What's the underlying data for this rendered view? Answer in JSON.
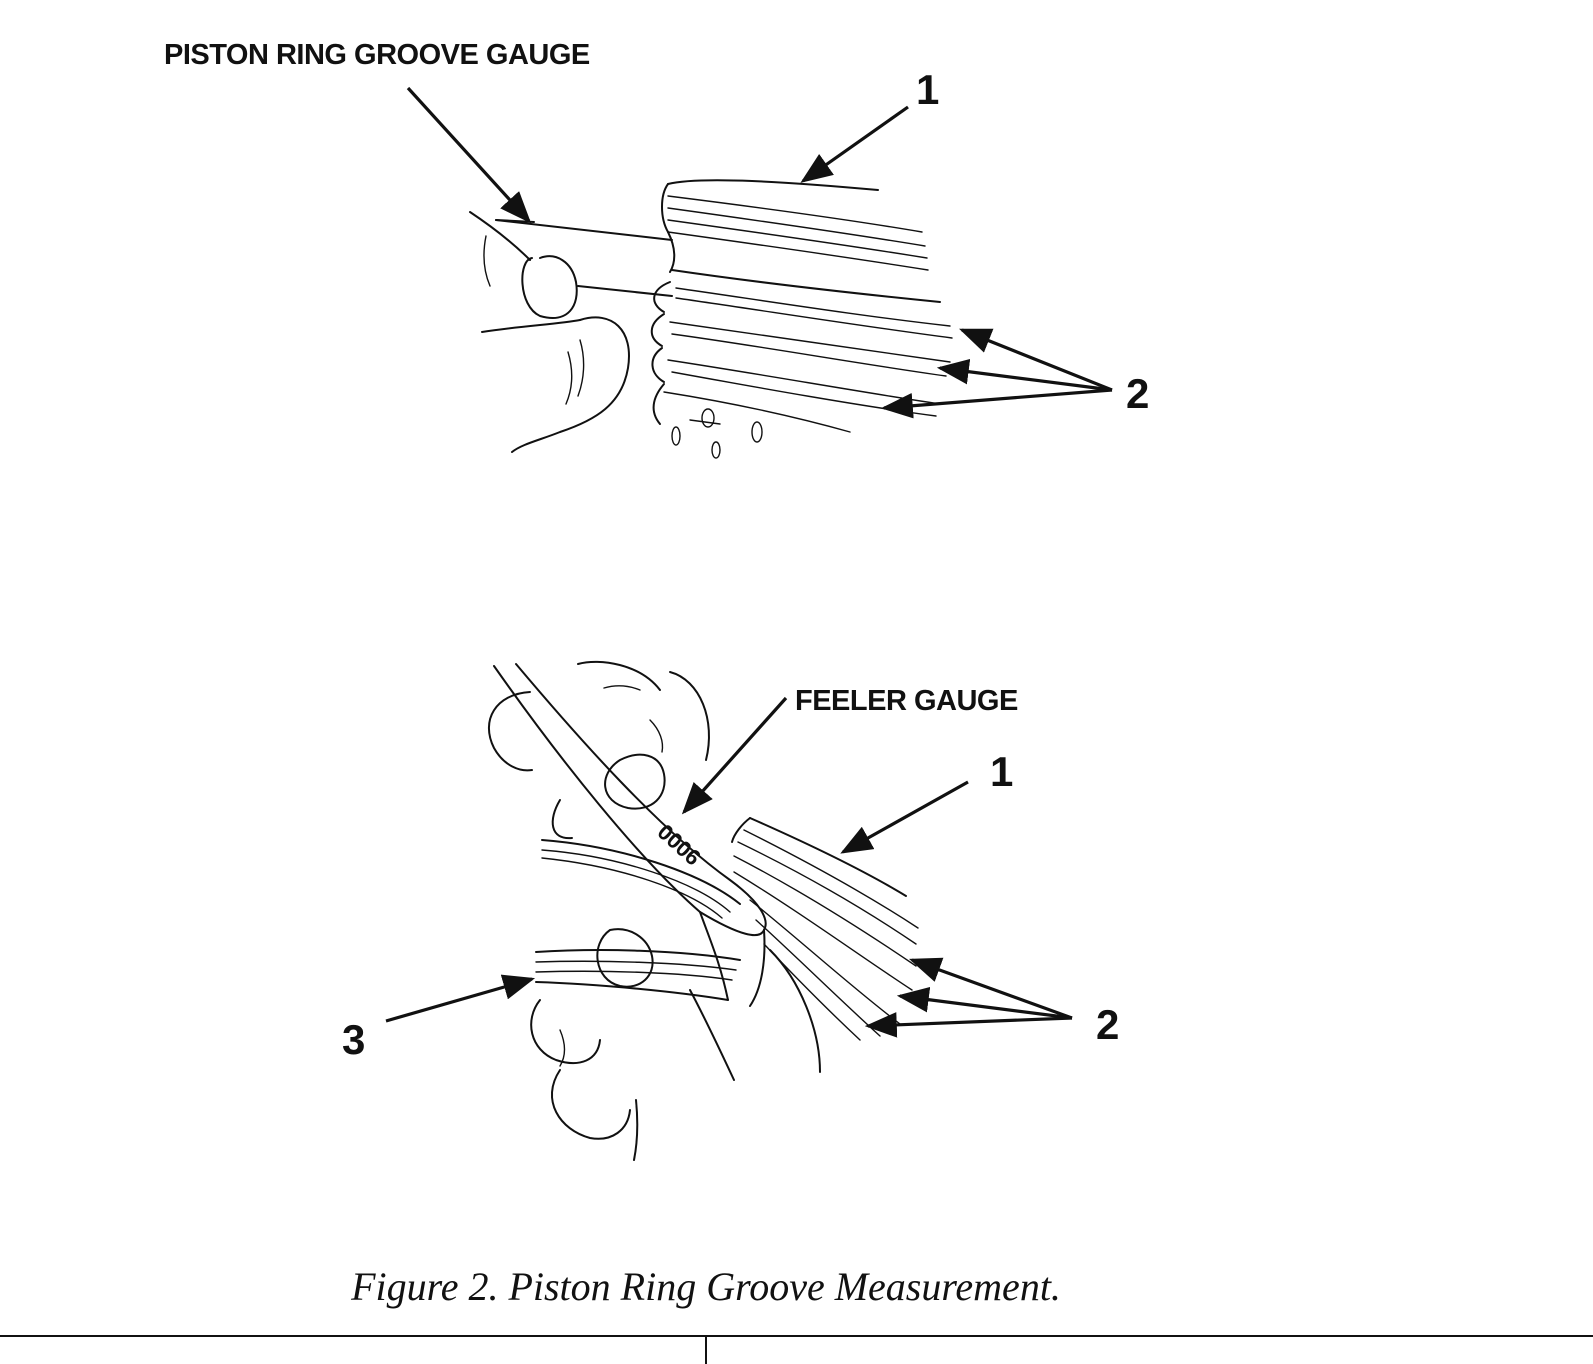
{
  "top_view": {
    "label_gauge": "PISTON RING GROOVE GAUGE",
    "callout_1": "1",
    "callout_2": "2"
  },
  "bottom_view": {
    "label_gauge": "FEELER GAUGE",
    "gauge_marking": "0006",
    "callout_1": "1",
    "callout_2": "2",
    "callout_3": "3"
  },
  "caption": "Figure 2. Piston Ring Groove Measurement."
}
